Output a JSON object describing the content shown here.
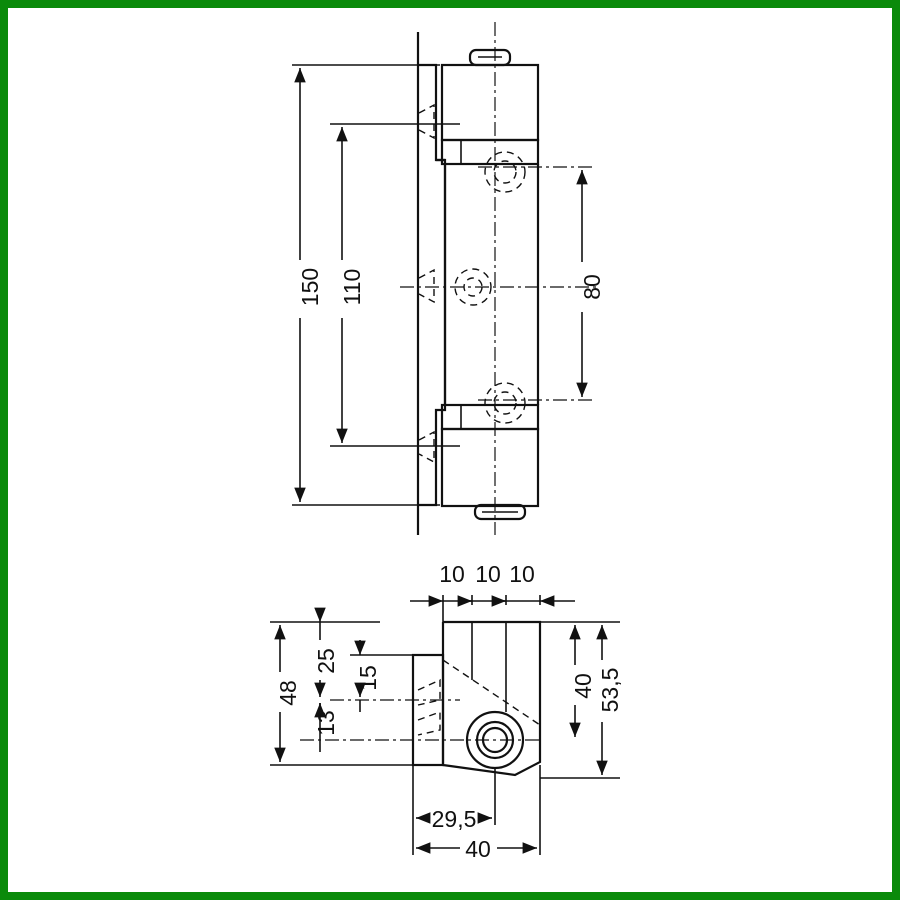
{
  "colors": {
    "frame": "#0a8a0a",
    "ink": "#111111",
    "background": "#ffffff"
  },
  "front_view": {
    "dim_overall_height": "150",
    "dim_outer_screw_spacing": "110",
    "dim_inner_screw_spacing": "80"
  },
  "top_view": {
    "dim_pitch_1": "10",
    "dim_pitch_2": "10",
    "dim_pitch_3": "10",
    "dim_left_total": "48",
    "dim_left_upper": "25",
    "dim_left_lower": "13",
    "dim_left_mid": "15",
    "dim_right_inner": "40",
    "dim_right_total": "53,5",
    "dim_bottom_short": "29,5",
    "dim_bottom_total": "40"
  }
}
